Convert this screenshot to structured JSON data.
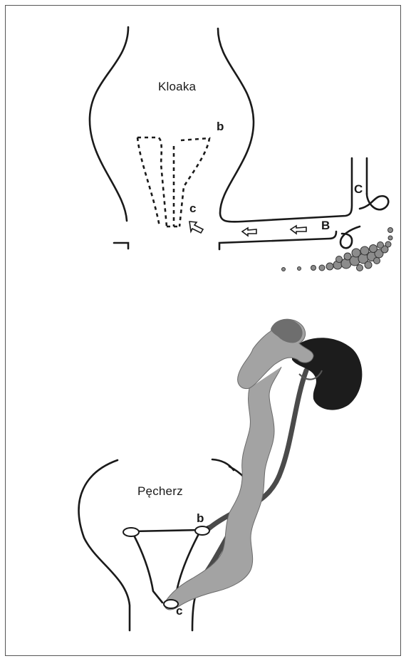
{
  "top_diagram": {
    "title": "Kloaka",
    "labels": {
      "b": "b",
      "c": "c",
      "B": "B",
      "C": "C"
    }
  },
  "bottom_diagram": {
    "title": "Pęcherz",
    "labels": {
      "b": "b",
      "c": "c"
    }
  },
  "colors": {
    "line": "#1a1a1a",
    "ureter": "#a3a3a3",
    "kidney": "#1c1c1c",
    "duct": "#4a4a4a",
    "pellets": "#8c8c8c"
  }
}
